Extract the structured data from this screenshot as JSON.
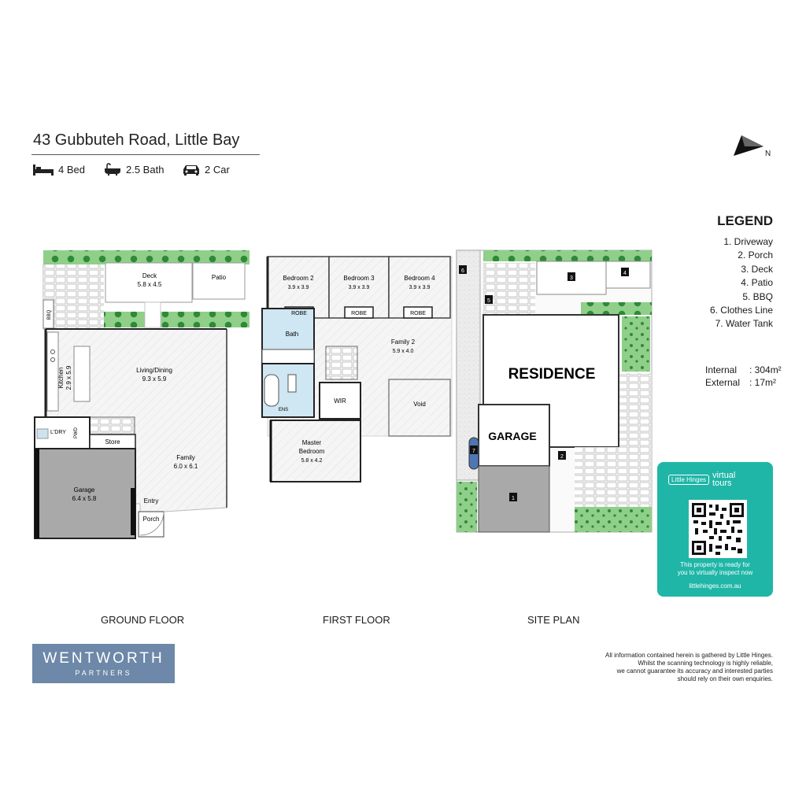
{
  "property": {
    "address": "43 Gubbuteh Road, Little Bay",
    "features": [
      {
        "icon": "bed-icon",
        "label": "4 Bed"
      },
      {
        "icon": "bath-icon",
        "label": "2.5 Bath"
      },
      {
        "icon": "car-icon",
        "label": "2 Car"
      }
    ]
  },
  "north": {
    "label": "N"
  },
  "legend": {
    "title": "LEGEND",
    "items": [
      "1. Driveway",
      "2. Porch",
      "3. Deck",
      "4. Patio",
      "5. BBQ",
      "6. Clothes Line",
      "7. Water Tank"
    ]
  },
  "areas": {
    "internal_label": "Internal",
    "internal_value": ": 304m²",
    "external_label": "External",
    "external_value": ":   17m²"
  },
  "ground_floor": {
    "label": "GROUND FLOOR",
    "rooms": {
      "deck": "Deck",
      "deck_dim": "5.8 x 4.5",
      "patio": "Patio",
      "bbq": "BBQ",
      "kitchen": "Kitchen",
      "kitchen_dim": "2.9 x 5.9",
      "living": "Living/Dining",
      "living_dim": "9.3 x 5.9",
      "laundry": "L'DRY",
      "pwd": "PWD",
      "store": "Store",
      "family": "Family",
      "family_dim": "6.0 x 6.1",
      "garage": "Garage",
      "garage_dim": "6.4 x 5.8",
      "entry": "Entry",
      "porch": "Porch"
    }
  },
  "first_floor": {
    "label": "FIRST FLOOR",
    "rooms": {
      "bed2": "Bedroom 2",
      "bed2_dim": "3.9 x 3.9",
      "bed3": "Bedroom 3",
      "bed3_dim": "3.9 x 3.9",
      "bed4": "Bedroom 4",
      "bed4_dim": "3.9 x 3.9",
      "robe": "ROBE",
      "bath": "Bath",
      "family2": "Family 2",
      "family2_dim": "5.9 x 4.0",
      "ens": "ENS",
      "wir": "WIR",
      "void": "Void",
      "master": "Master",
      "master2": "Bedroom",
      "master_dim": "5.8 x 4.2"
    }
  },
  "site_plan": {
    "label": "SITE PLAN",
    "residence": "RESIDENCE",
    "garage": "GARAGE",
    "markers": [
      "1",
      "2",
      "3",
      "4",
      "5",
      "6",
      "7"
    ]
  },
  "virtual_tour": {
    "brand_small": "Little Hinges",
    "brand_word1": "virtual",
    "brand_word2": "tours",
    "line1": "This property is ready for",
    "line2": "you to virtually inspect now",
    "url": "littlehinges.com.au",
    "color": "#1fb6a7"
  },
  "branding": {
    "name": "WENTWORTH",
    "sub": "PARTNERS",
    "color": "#6d88a8"
  },
  "disclaimer": [
    "All information contained herein is gathered by Little Hinges.",
    "Whilst the scanning technology is highly reliable,",
    "we cannot guarantee its accuracy and interested parties",
    "should rely on their own enquiries."
  ]
}
